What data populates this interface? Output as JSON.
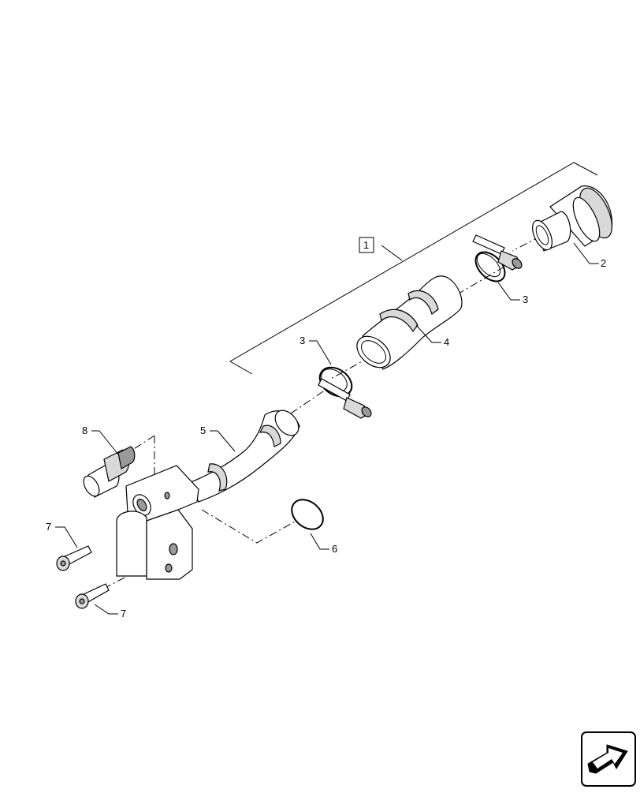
{
  "diagram": {
    "labels": {
      "assembly": "1",
      "part2": "2",
      "part3_upper": "3",
      "part3_lower": "3",
      "part4": "4",
      "part5": "5",
      "part6": "6",
      "part7_upper": "7",
      "part7_lower": "7",
      "part8": "8"
    },
    "icons": {
      "nav": "next-page-arrow-icon"
    }
  }
}
